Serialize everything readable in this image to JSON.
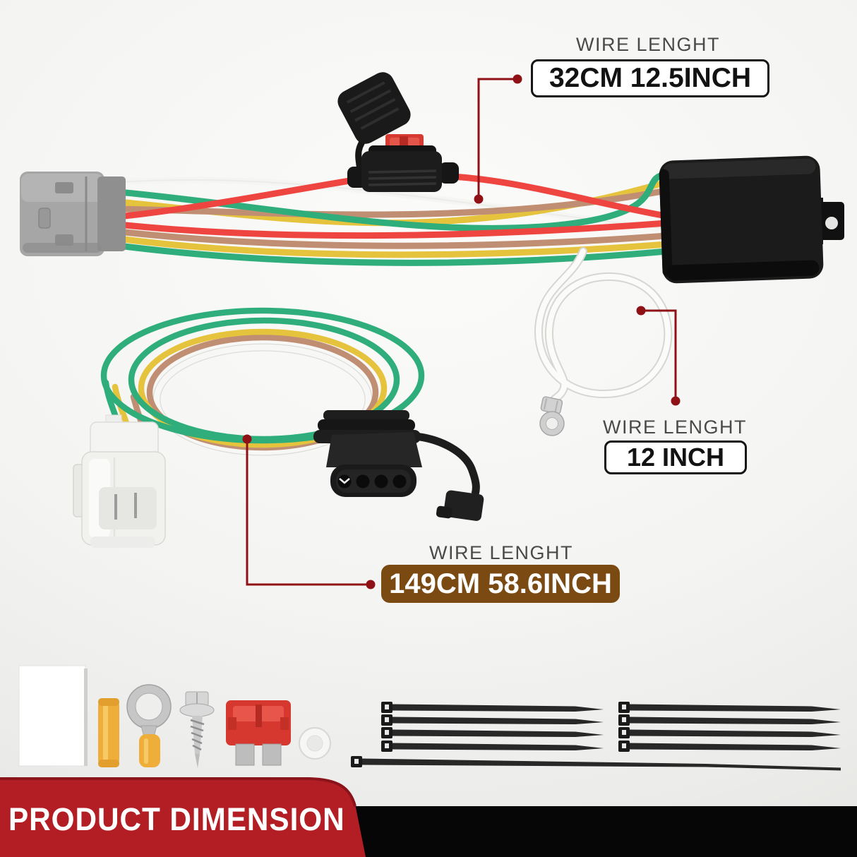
{
  "banner": {
    "title": "PRODUCT DIMENSION"
  },
  "callouts": {
    "top_harness": {
      "label": "WIRE LENGHT",
      "value": "32CM 12.5INCH"
    },
    "ground_wire": {
      "label": "WIRE LENGHT",
      "value": "12 INCH"
    },
    "extension_harness": {
      "label": "WIRE LENGHT",
      "value": "149CM 58.6INCH"
    }
  },
  "colors": {
    "banner_red": "#b31e24",
    "banner_strip_black": "#060606",
    "callout_line_red": "#8f1116",
    "value_box_bg": "#ffffff",
    "value_box_border": "#151515",
    "value_box_text": "#121212",
    "brown_box_bg": "#7b4a13",
    "brown_box_text": "#ffffff",
    "label_gray": "#4a4a4a",
    "wire_red": "#ee4540",
    "wire_green": "#2fae7c",
    "wire_yellow": "#e6c33c",
    "wire_brown": "#c08f73",
    "wire_white": "#f5f5f3"
  }
}
